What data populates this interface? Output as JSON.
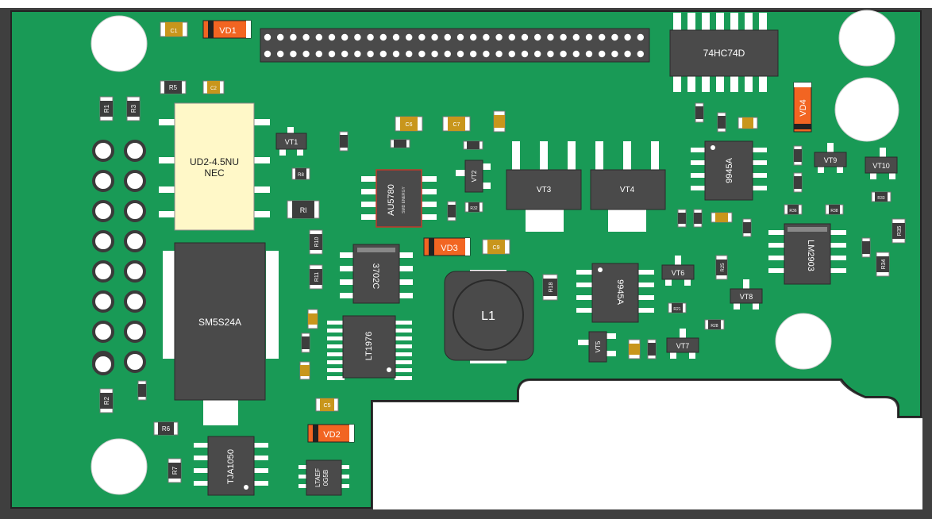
{
  "colors": {
    "board": "#199a56",
    "board_edge": "#222222",
    "frame": "#3f3f3f",
    "chip": "#4a4a4a",
    "chip_outline": "#2a2a2a",
    "pin": "#ffffff",
    "cap": "#c8961c",
    "diode": "#f26522",
    "transformer": "#fff8c8",
    "hole": "#ffffff"
  },
  "ics": {
    "hc74d": "74HC74D",
    "au5780": "AU5780",
    "au5780_sub": "SMD ENERGY",
    "ic_3702c": "3702C",
    "lt1976": "LT1976",
    "ic_9945a_top": "9945A",
    "ic_9945a_mid": "9945A",
    "lm2903": "LM2903",
    "tja1050": "TJA1050",
    "ltaef_1": "LTAEF",
    "ltaef_2": "0G5B",
    "sm5s24a": "SM5S24A",
    "transformer_1": "UD2-4.5NU",
    "transformer_2": "NEC",
    "inductor": "L1"
  },
  "transistors": {
    "vt1": "VT1",
    "vt2": "VT2",
    "vt3": "VT3",
    "vt4": "VT4",
    "vt5": "VT5",
    "vt6": "VT6",
    "vt7": "VT7",
    "vt8": "VT8",
    "vt9": "VT9",
    "vt10": "VT10"
  },
  "diodes": {
    "vd1": "VD1",
    "vd2": "VD2",
    "vd3": "VD3",
    "vd4": "VD4"
  },
  "capacitors": {
    "c1": "C1",
    "c2": "C2",
    "c5": "C5",
    "c6": "C6",
    "c7": "C7",
    "c9": "C9"
  },
  "resistors": {
    "r1": "R1",
    "r2": "R2",
    "r3": "R3",
    "r5": "R5",
    "r6": "R6",
    "r7": "R7",
    "r8": "R8",
    "r10": "R10",
    "r11": "R11",
    "r18": "R18",
    "r21": "R21",
    "r25": "R25",
    "r28": "R28",
    "r32": "R32",
    "r33": "R33",
    "r34": "R34",
    "r35": "R35",
    "r36": "R36",
    "r38": "R38",
    "rl": "Rl"
  },
  "header": {
    "rows": 2,
    "pins_per_row": 30
  },
  "connector": {
    "rows": 2,
    "pins_per_row": 8
  }
}
